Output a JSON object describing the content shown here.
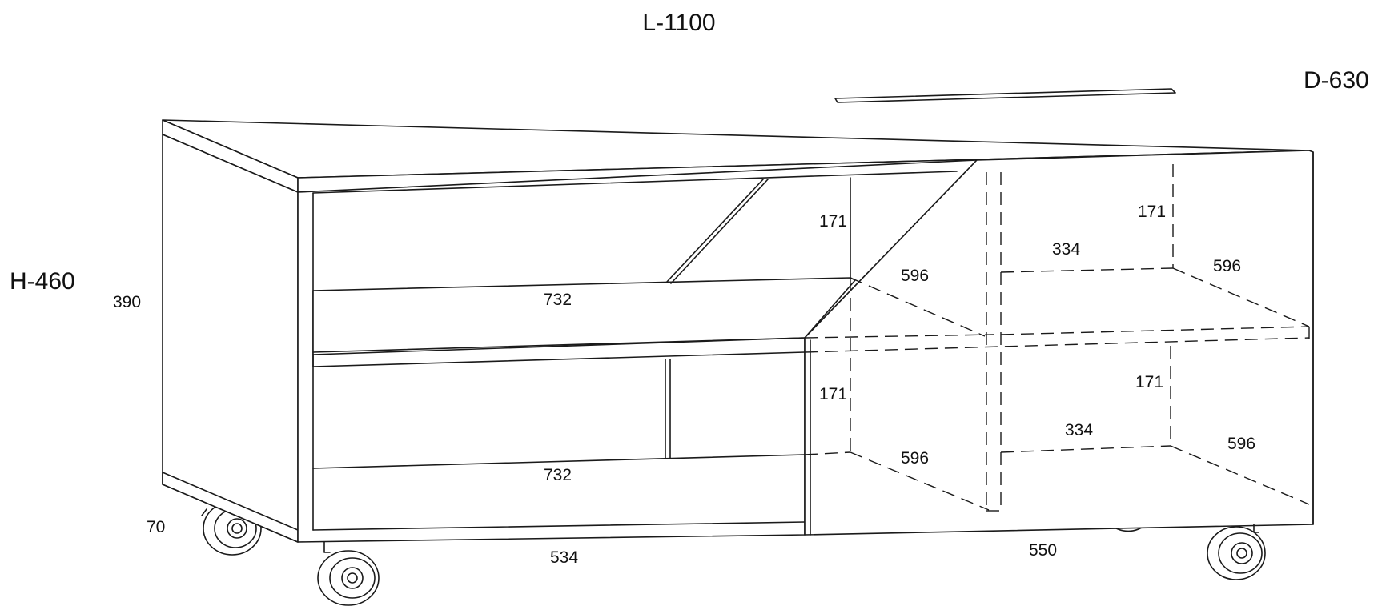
{
  "overall_dimensions": {
    "length": "L-1100",
    "depth": "D-630",
    "height": "H-460"
  },
  "side_dimensions": {
    "inner_height": "390",
    "plinth_height": "70"
  },
  "base_dimensions": {
    "open_section_width": "534",
    "door_section_width": "550"
  },
  "open_section": {
    "upper_shelf_width": "732",
    "lower_shelf_width": "732",
    "upper_compartment_height": "171",
    "lower_compartment_height": "171"
  },
  "left_inner_compartments": {
    "upper_depth": "596",
    "lower_depth": "596"
  },
  "right_inner_compartments": {
    "upper_height": "171",
    "upper_width": "334",
    "upper_depth": "596",
    "lower_height": "171",
    "lower_width": "334",
    "lower_depth": "596"
  }
}
